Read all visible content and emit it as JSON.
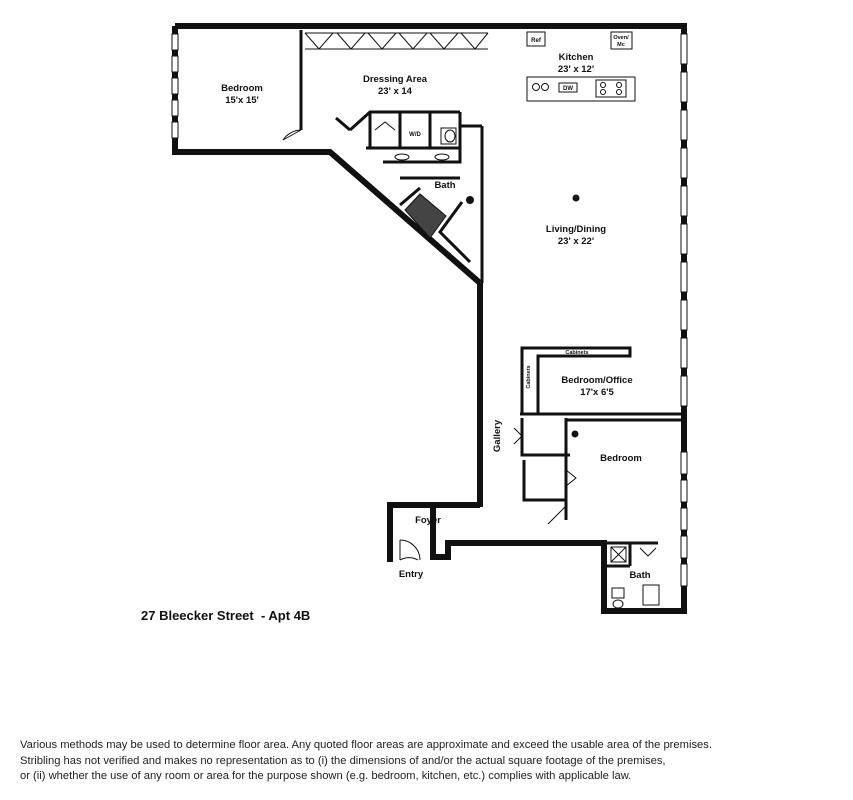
{
  "rooms": {
    "bedroom1": {
      "name": "Bedroom",
      "dims": "15'x 15'"
    },
    "dressing": {
      "name": "Dressing Area",
      "dims": "23' x 14"
    },
    "kitchen": {
      "name": "Kitchen",
      "dims": "23' x 12'"
    },
    "living": {
      "name": "Living/Dining",
      "dims": "23' x 22'"
    },
    "bath1": {
      "name": "Bath"
    },
    "wd": {
      "name": "W/D"
    },
    "office": {
      "name": "Bedroom/Office",
      "dims": "17'x 6'5"
    },
    "gallery": {
      "name": "Gallery"
    },
    "bedroom2": {
      "name": "Bedroom"
    },
    "foyer": {
      "name": "Foyer"
    },
    "entry": {
      "name": "Entry"
    },
    "bath2": {
      "name": "Bath"
    }
  },
  "appliances": {
    "ref": "Ref",
    "oven1": "Oven/",
    "oven2": "Mc",
    "dw": "DW",
    "cabinets_top": "Cabinets",
    "cabinets_side": "Cabinets"
  },
  "address": "27 Bleecker Street  - Apt 4B",
  "disclaimer": [
    "Various methods may be used to determine floor area.  Any quoted floor areas are approximate and exceed the usable area of the premises.",
    "Stribling has not verified and makes no representation as to (i) the dimensions of and/or the actual square footage of the premises,",
    "or (ii) whether the use of any room or area for the purpose shown (e.g. bedroom, kitchen, etc.) complies with applicable law."
  ]
}
